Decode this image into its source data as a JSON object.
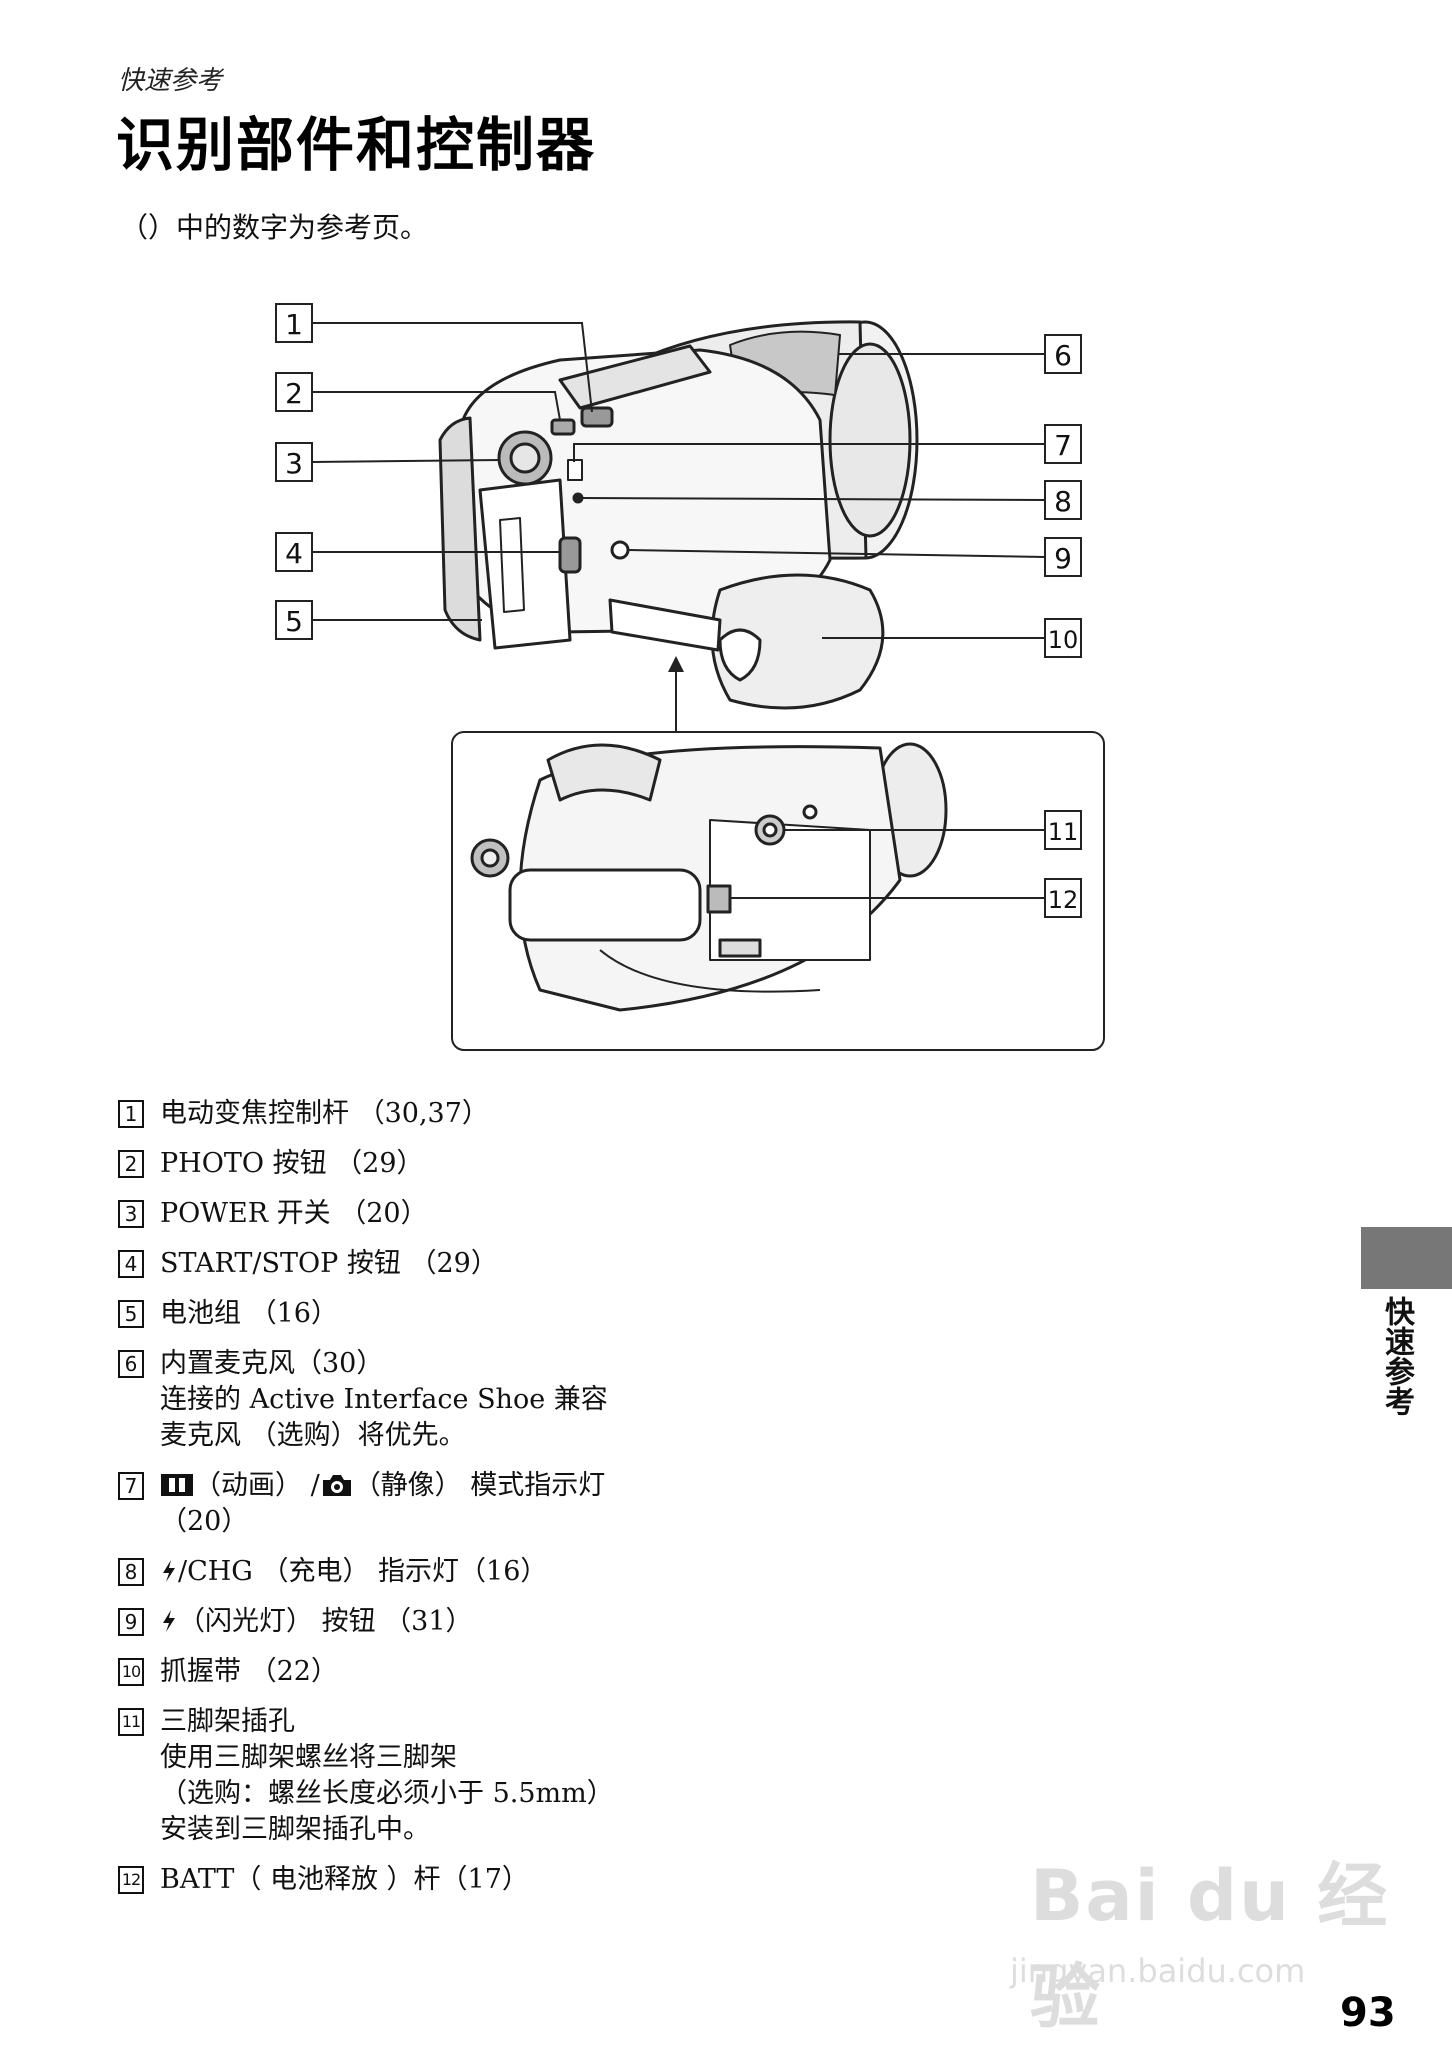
{
  "header": {
    "section_label": "快速参考",
    "title": "识别部件和控制器",
    "intro": "（）中的数字为参考页。"
  },
  "diagram": {
    "callouts": [
      "1",
      "2",
      "3",
      "4",
      "5",
      "6",
      "7",
      "8",
      "9",
      "10",
      "11",
      "12"
    ]
  },
  "parts": [
    {
      "num": "1",
      "lines": [
        "电动变焦控制杆 （30,37）"
      ]
    },
    {
      "num": "2",
      "lines": [
        "PHOTO 按钮 （29）"
      ]
    },
    {
      "num": "3",
      "lines": [
        "POWER 开关 （20）"
      ]
    },
    {
      "num": "4",
      "lines": [
        "START/STOP 按钮 （29）"
      ]
    },
    {
      "num": "5",
      "lines": [
        "电池组 （16）"
      ]
    },
    {
      "num": "6",
      "lines": [
        "内置麦克风（30）",
        "连接的 Active Interface Shoe 兼容",
        "麦克风 （选购）将优先。"
      ]
    },
    {
      "num": "7",
      "lines": [
        "（动画） /",
        "（静像） 模式指示灯",
        "（20）"
      ]
    },
    {
      "num": "8",
      "lines": [
        "/CHG （充电） 指示灯（16）"
      ]
    },
    {
      "num": "9",
      "lines": [
        "（闪光灯） 按钮 （31）"
      ]
    },
    {
      "num": "10",
      "lines": [
        "抓握带 （22）"
      ]
    },
    {
      "num": "11",
      "lines": [
        "三脚架插孔",
        "使用三脚架螺丝将三脚架",
        "（选购：螺丝长度必须小于 5.5mm）",
        "安装到三脚架插孔中。"
      ]
    },
    {
      "num": "12",
      "lines": [
        "BATT（ 电池释放 ）杆（17）"
      ]
    }
  ],
  "sidebar": {
    "label": "快速参考"
  },
  "watermark": {
    "logo": "Bai du 经验",
    "url": "jingyan.baidu.com"
  },
  "page_number": "93"
}
